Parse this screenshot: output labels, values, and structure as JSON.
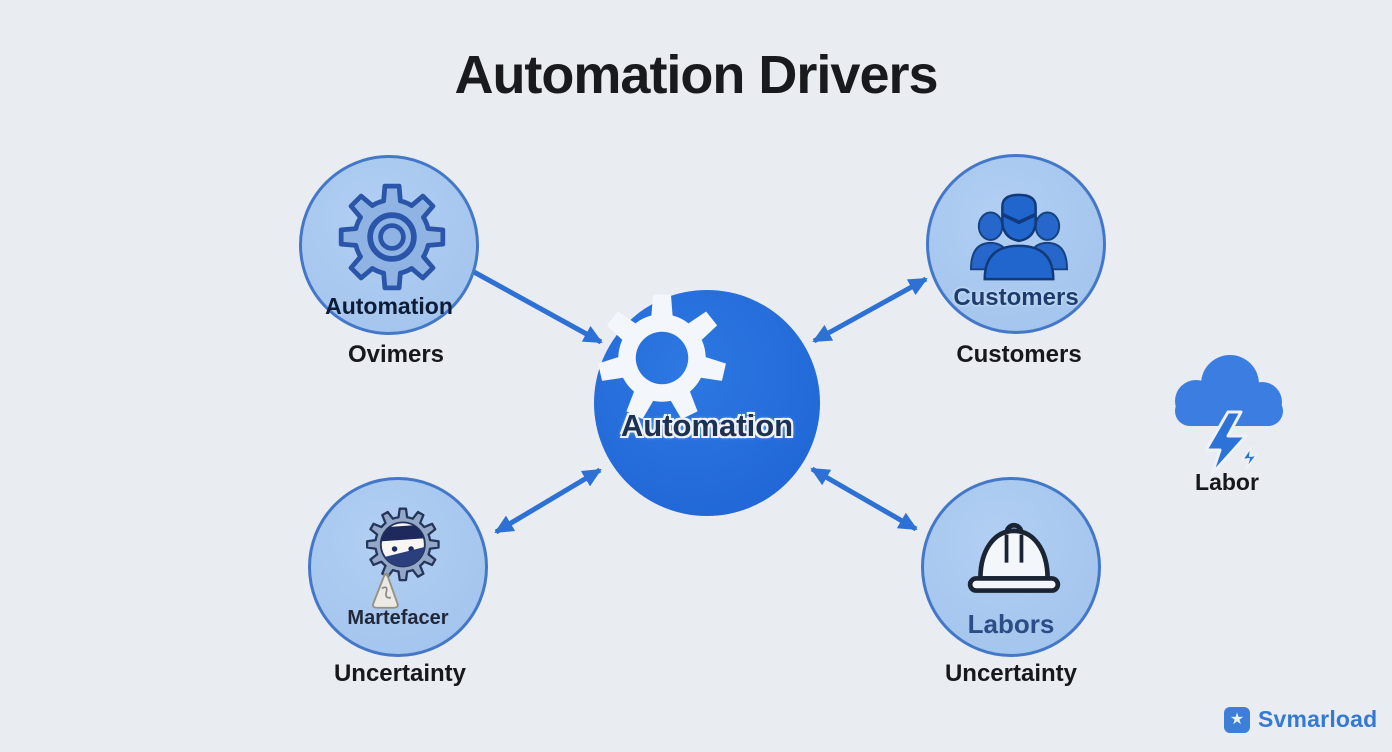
{
  "title": "Automation Drivers",
  "center": {
    "label": "Automation",
    "icon": "gear-icon"
  },
  "nodes": [
    {
      "inner_label": "Automation",
      "outer_label": "Ovimers",
      "icon": "gear-outline-icon",
      "arrow": "single-to-center"
    },
    {
      "inner_label": "Customers",
      "outer_label": "Customers",
      "icon": "customers-icon",
      "arrow": "bidirectional"
    },
    {
      "inner_label": "Martefacer",
      "outer_label": "Uncertainty",
      "icon": "ninja-gear-icon",
      "arrow": "bidirectional"
    },
    {
      "inner_label": "Labors",
      "outer_label": "Uncertainty",
      "icon": "hard-hat-icon",
      "arrow": "bidirectional"
    }
  ],
  "side": {
    "label": "Labor",
    "icon": "storm-cloud-lightning-icon"
  },
  "watermark": {
    "text": "Svmarload",
    "icon": "star-icon",
    "star_glyph": "★"
  },
  "colors": {
    "background": "#e9ecf1",
    "center_circle": "#2268d8",
    "node_circle_fill": "#a9c9ef",
    "node_circle_border": "#4377c8",
    "arrow": "#2e71d4",
    "title_text": "#191a1e",
    "label_text": "#17181c",
    "logo_blue": "#3579d6"
  }
}
